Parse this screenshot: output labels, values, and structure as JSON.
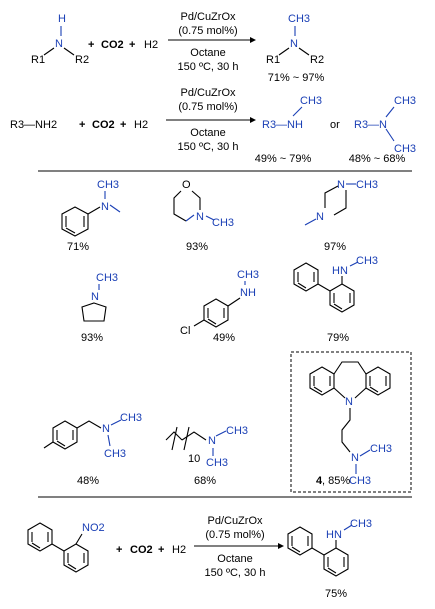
{
  "catalyst": "Pd/CuZrOx",
  "loading": "(0.75 mol%)",
  "solvent": "Octane",
  "conditions": "150 ºC, 30 h",
  "co2": "CO2",
  "plus": "+",
  "h2": "H2",
  "or": "or",
  "eq1": {
    "r1": "R1",
    "r2": "R2",
    "n": "N",
    "h": "H",
    "ch3": "CH3",
    "yield": "71% ~ 97%"
  },
  "eq2": {
    "reactant": "R3—NH2",
    "prod1": "R3—NH",
    "prod2": "R3—N",
    "ch3": "CH3",
    "yield1": "49% ~ 79%",
    "yield2": "48% ~ 68%"
  },
  "substrates": [
    {
      "yield": "71%"
    },
    {
      "yield": "93%"
    },
    {
      "yield": "97%"
    },
    {
      "yield": "93%"
    },
    {
      "yield": "49%"
    },
    {
      "yield": "79%"
    },
    {
      "yield": "48%"
    },
    {
      "yield": "68%"
    },
    {
      "label": "4",
      "yield": ", 85%"
    }
  ],
  "labels": {
    "n": "N",
    "nh": "NH",
    "hn": "HN",
    "o": "O",
    "cl": "Cl",
    "ch3": "CH3",
    "n10": "10"
  },
  "eq3": {
    "no2": "NO2",
    "yield": "75%"
  }
}
